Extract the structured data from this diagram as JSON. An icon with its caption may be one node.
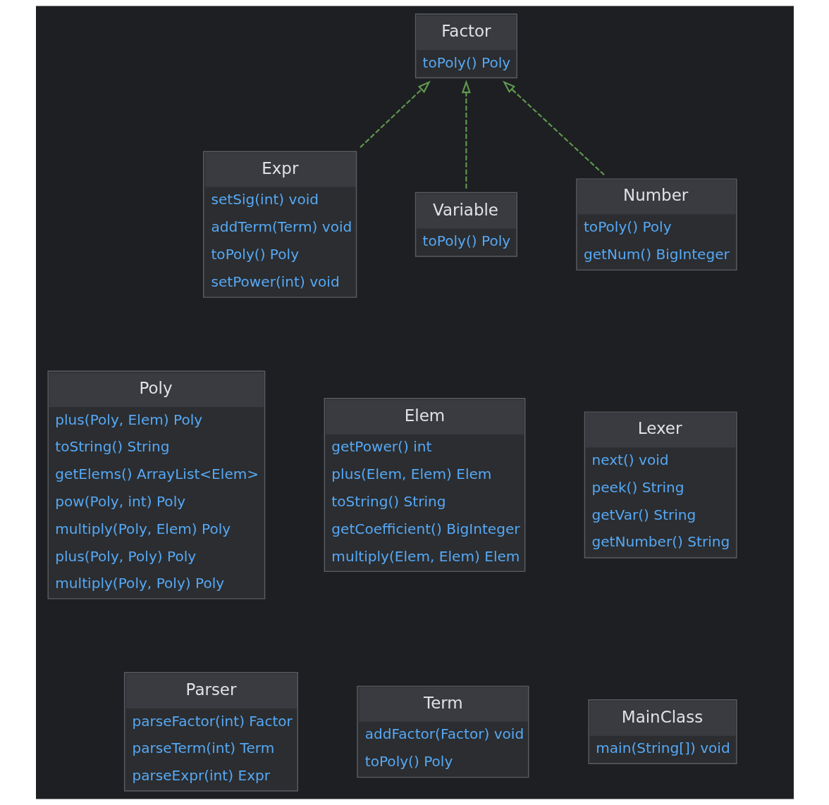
{
  "diagram": {
    "nodes": [
      {
        "text": [
          "Factor",
          "toPoly() Poly"
        ]
      },
      {
        "text": [
          "Expr",
          "setSig(int) void",
          "addTerm(Term) void",
          "toPoly() Poly",
          "setPower(int) void"
        ]
      },
      {
        "text": [
          "Variable",
          "toPoly() Poly"
        ]
      },
      {
        "text": [
          "Number",
          "toPoly() Poly",
          "getNum() BigInteger"
        ]
      },
      {
        "text": [
          "Poly",
          "plus(Poly, Elem) Poly",
          "toString() String",
          "getElems() ArrayList<Elem>",
          "pow(Poly, int) Poly",
          "multiply(Poly, Elem) Poly",
          "plus(Poly, Poly) Poly",
          "multiply(Poly, Poly) Poly"
        ]
      },
      {
        "text": [
          "Elem",
          "getPower() int",
          "plus(Elem, Elem) Elem",
          "toString() String",
          "getCoefficient() BigInteger",
          "multiply(Elem, Elem) Elem"
        ]
      },
      {
        "text": [
          "Lexer",
          "next() void",
          "peek() String",
          "getVar() String",
          "getNumber() String"
        ]
      },
      {
        "text": [
          "Parser",
          "parseFactor(int) Factor",
          "parseTerm(int) Term",
          "parseExpr(int) Expr"
        ]
      },
      {
        "text": [
          "Term",
          "addFactor(Factor) void",
          "toPoly() Poly"
        ]
      },
      {
        "text": [
          "MainClass",
          "main(String[]) void"
        ]
      }
    ],
    "edges": [
      {
        "from": 1,
        "to": 0,
        "arrow": "to",
        "style": "dashed"
      },
      {
        "from": 2,
        "to": 0,
        "arrow": "to",
        "style": "dashed"
      },
      {
        "from": 3,
        "to": 0,
        "arrow": "to",
        "style": "dashed"
      }
    ]
  }
}
